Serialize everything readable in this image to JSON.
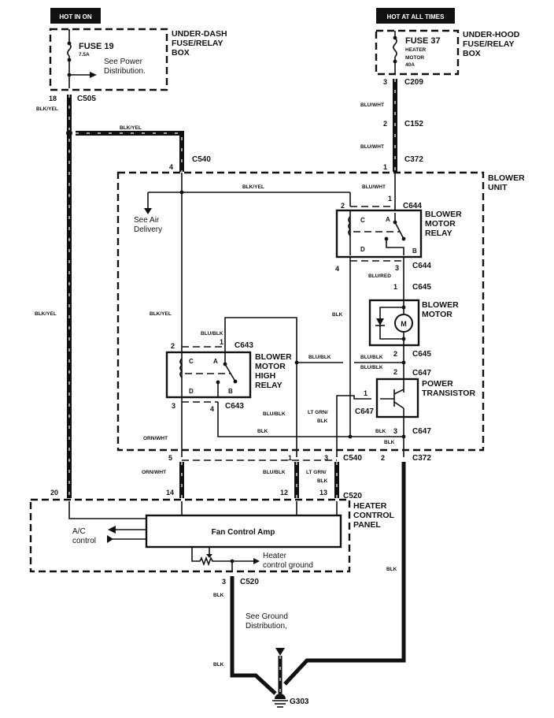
{
  "header_tags": {
    "hot_in_on": "HOT IN ON",
    "hot_at_all_times": "HOT AT ALL TIMES"
  },
  "under_dash_box": {
    "label_lines": [
      "UNDER-DASH",
      "FUSE/RELAY",
      "BOX"
    ],
    "fuse": "FUSE 19",
    "rating": "7.5A",
    "note_lines": [
      "See Power",
      "Distribution."
    ]
  },
  "under_hood_box": {
    "label_lines": [
      "UNDER-HOOD",
      "FUSE/RELAY",
      "BOX"
    ],
    "fuse": "FUSE 37",
    "desc_lines": [
      "HEATER",
      "MOTOR",
      "40A"
    ]
  },
  "connectors": {
    "c505": "C505",
    "c505_pin": "18",
    "c209": "C209",
    "c209_pin": "3",
    "c152": "C152",
    "c152_pin": "2",
    "c372_top": "C372",
    "c372_top_pin": "1",
    "c540_top": "C540",
    "c540_top_pin": "4",
    "c644_top": "C644",
    "c644_pin1": "1",
    "c644_pin2": "2",
    "c644_bot": "C644",
    "c644_pin3": "3",
    "c644_pin4": "4",
    "c645_top": "C645",
    "c645_pin1": "1",
    "c645_bot": "C645",
    "c645_pin2": "2",
    "c643_top": "C643",
    "c643_pin1": "1",
    "c643_pin2": "2",
    "c643_bot": "C643",
    "c643_pin3": "3",
    "c643_pin4": "4",
    "c647_top": "C647",
    "c647_pin2": "2",
    "c647_left": "C647",
    "c647_pin1": "1",
    "c647_bot": "C647",
    "c647_pin3": "3",
    "c540_bot": "C540",
    "c540_pin5": "5",
    "c540_pin1": "1",
    "c540_pin3": "3",
    "c372_bot": "C372",
    "c372_bot_pin": "2",
    "c520_top": "C520",
    "c520_pin20": "20",
    "c520_pin14": "14",
    "c520_pin12": "12",
    "c520_pin13": "13",
    "c520_bot": "C520",
    "c520_bot_pin": "3",
    "g303": "G303"
  },
  "wires": {
    "blk_yel": "BLK/YEL",
    "blu_wht": "BLU/WHT",
    "blu_red": "BLU/RED",
    "blu_blk": "BLU/BLK",
    "blk": "BLK",
    "orn_wht": "ORN/WHT",
    "lt_grn_blk_lines": [
      "LT GRN/",
      "BLK"
    ]
  },
  "blower_unit": {
    "label_lines": [
      "BLOWER",
      "UNIT"
    ]
  },
  "blower_motor_relay": {
    "label_lines": [
      "BLOWER",
      "MOTOR",
      "RELAY"
    ],
    "terminals": [
      "C",
      "A",
      "D",
      "B"
    ]
  },
  "blower_motor": {
    "label_lines": [
      "BLOWER",
      "MOTOR"
    ],
    "symbol": "M"
  },
  "blower_motor_high_relay": {
    "label_lines": [
      "BLOWER",
      "MOTOR",
      "HIGH",
      "RELAY"
    ],
    "terminals": [
      "C",
      "A",
      "D",
      "B"
    ]
  },
  "power_transistor": {
    "label_lines": [
      "POWER",
      "TRANSISTOR"
    ]
  },
  "air_delivery_note": [
    "See Air",
    "Delivery"
  ],
  "heater_control_panel": {
    "label_lines": [
      "HEATER",
      "CONTROL",
      "PANEL"
    ],
    "amp": "Fan Control Amp",
    "ac_control_lines": [
      "A/C",
      "control"
    ],
    "ground_note_lines": [
      "Heater",
      "control ground"
    ]
  },
  "ground_note": [
    "See Ground",
    "Distribution,"
  ]
}
